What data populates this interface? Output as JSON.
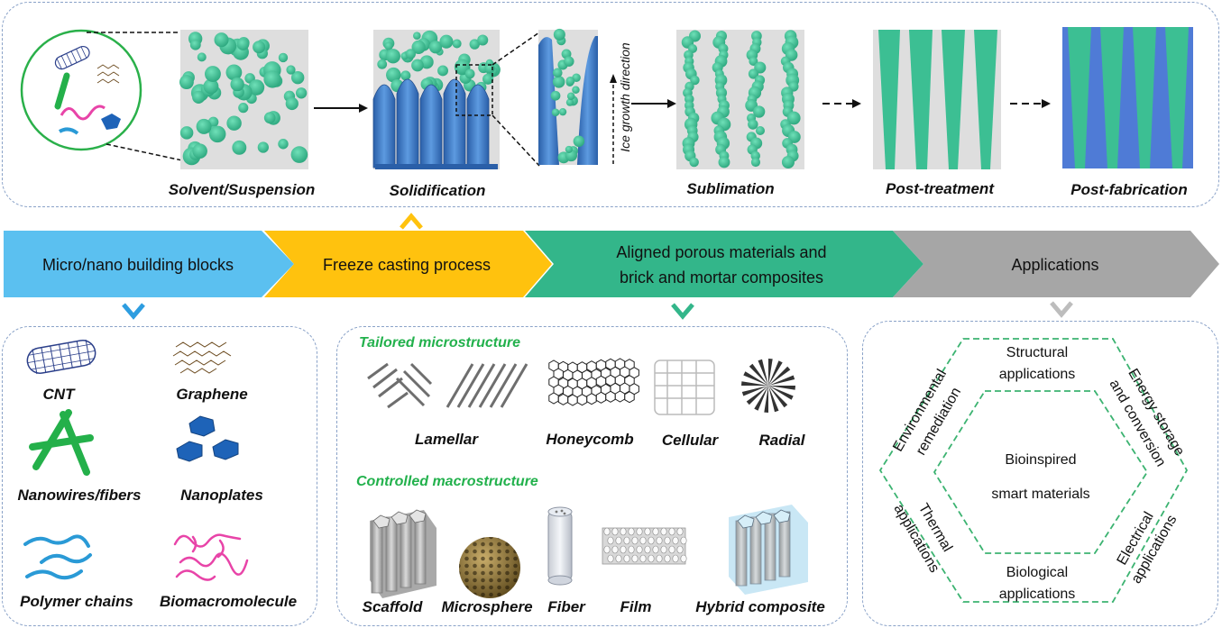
{
  "top_stages": {
    "solvent": "Solvent/Suspension",
    "solidification": "Solidification",
    "ice_growth": "Ice growth direction",
    "sublimation": "Sublimation",
    "post_treatment": "Post-treatment",
    "post_fabrication": "Post-fabrication"
  },
  "flow": {
    "building_blocks": "Micro/nano  building blocks",
    "freeze_casting": "Freeze casting process",
    "aligned_line1": "Aligned porous materials and",
    "aligned_line2": "brick and mortar composites",
    "applications": "Applications"
  },
  "blocks": {
    "cnt": "CNT",
    "graphene": "Graphene",
    "nanowires": "Nanowires/fibers",
    "nanoplates": "Nanoplates",
    "polymer": "Polymer chains",
    "biomacro": "Biomacromolecule"
  },
  "structures": {
    "micro_title": "Tailored microstructure",
    "lamellar": "Lamellar",
    "honeycomb": "Honeycomb",
    "cellular": "Cellular",
    "radial": "Radial",
    "macro_title": "Controlled macrostructure",
    "scaffold": "Scaffold",
    "microsphere": "Microsphere",
    "fiber": "Fiber",
    "film": "Film",
    "hybrid": "Hybrid composite"
  },
  "apps": {
    "structural_1": "Structural",
    "structural_2": "applications",
    "energy_1": "Energy storage",
    "energy_2": "and conversion",
    "electrical_1": "Electrical",
    "electrical_2": "applications",
    "biological_1": "Biological",
    "biological_2": "applications",
    "thermal_1": "Thermal",
    "thermal_2": "applications",
    "environmental_1": "Environmental",
    "environmental_2": "remediation",
    "center_1": "Bioinspired",
    "center_2": "smart materials"
  },
  "colors": {
    "blue_arrow": "#5bc0f0",
    "yellow_arrow": "#ffc20e",
    "green_arrow": "#33b68a",
    "gray_arrow": "#a6a6a6",
    "particle": "#3cbf93",
    "ice": "#3b78c4",
    "label_green": "#22b14c"
  }
}
